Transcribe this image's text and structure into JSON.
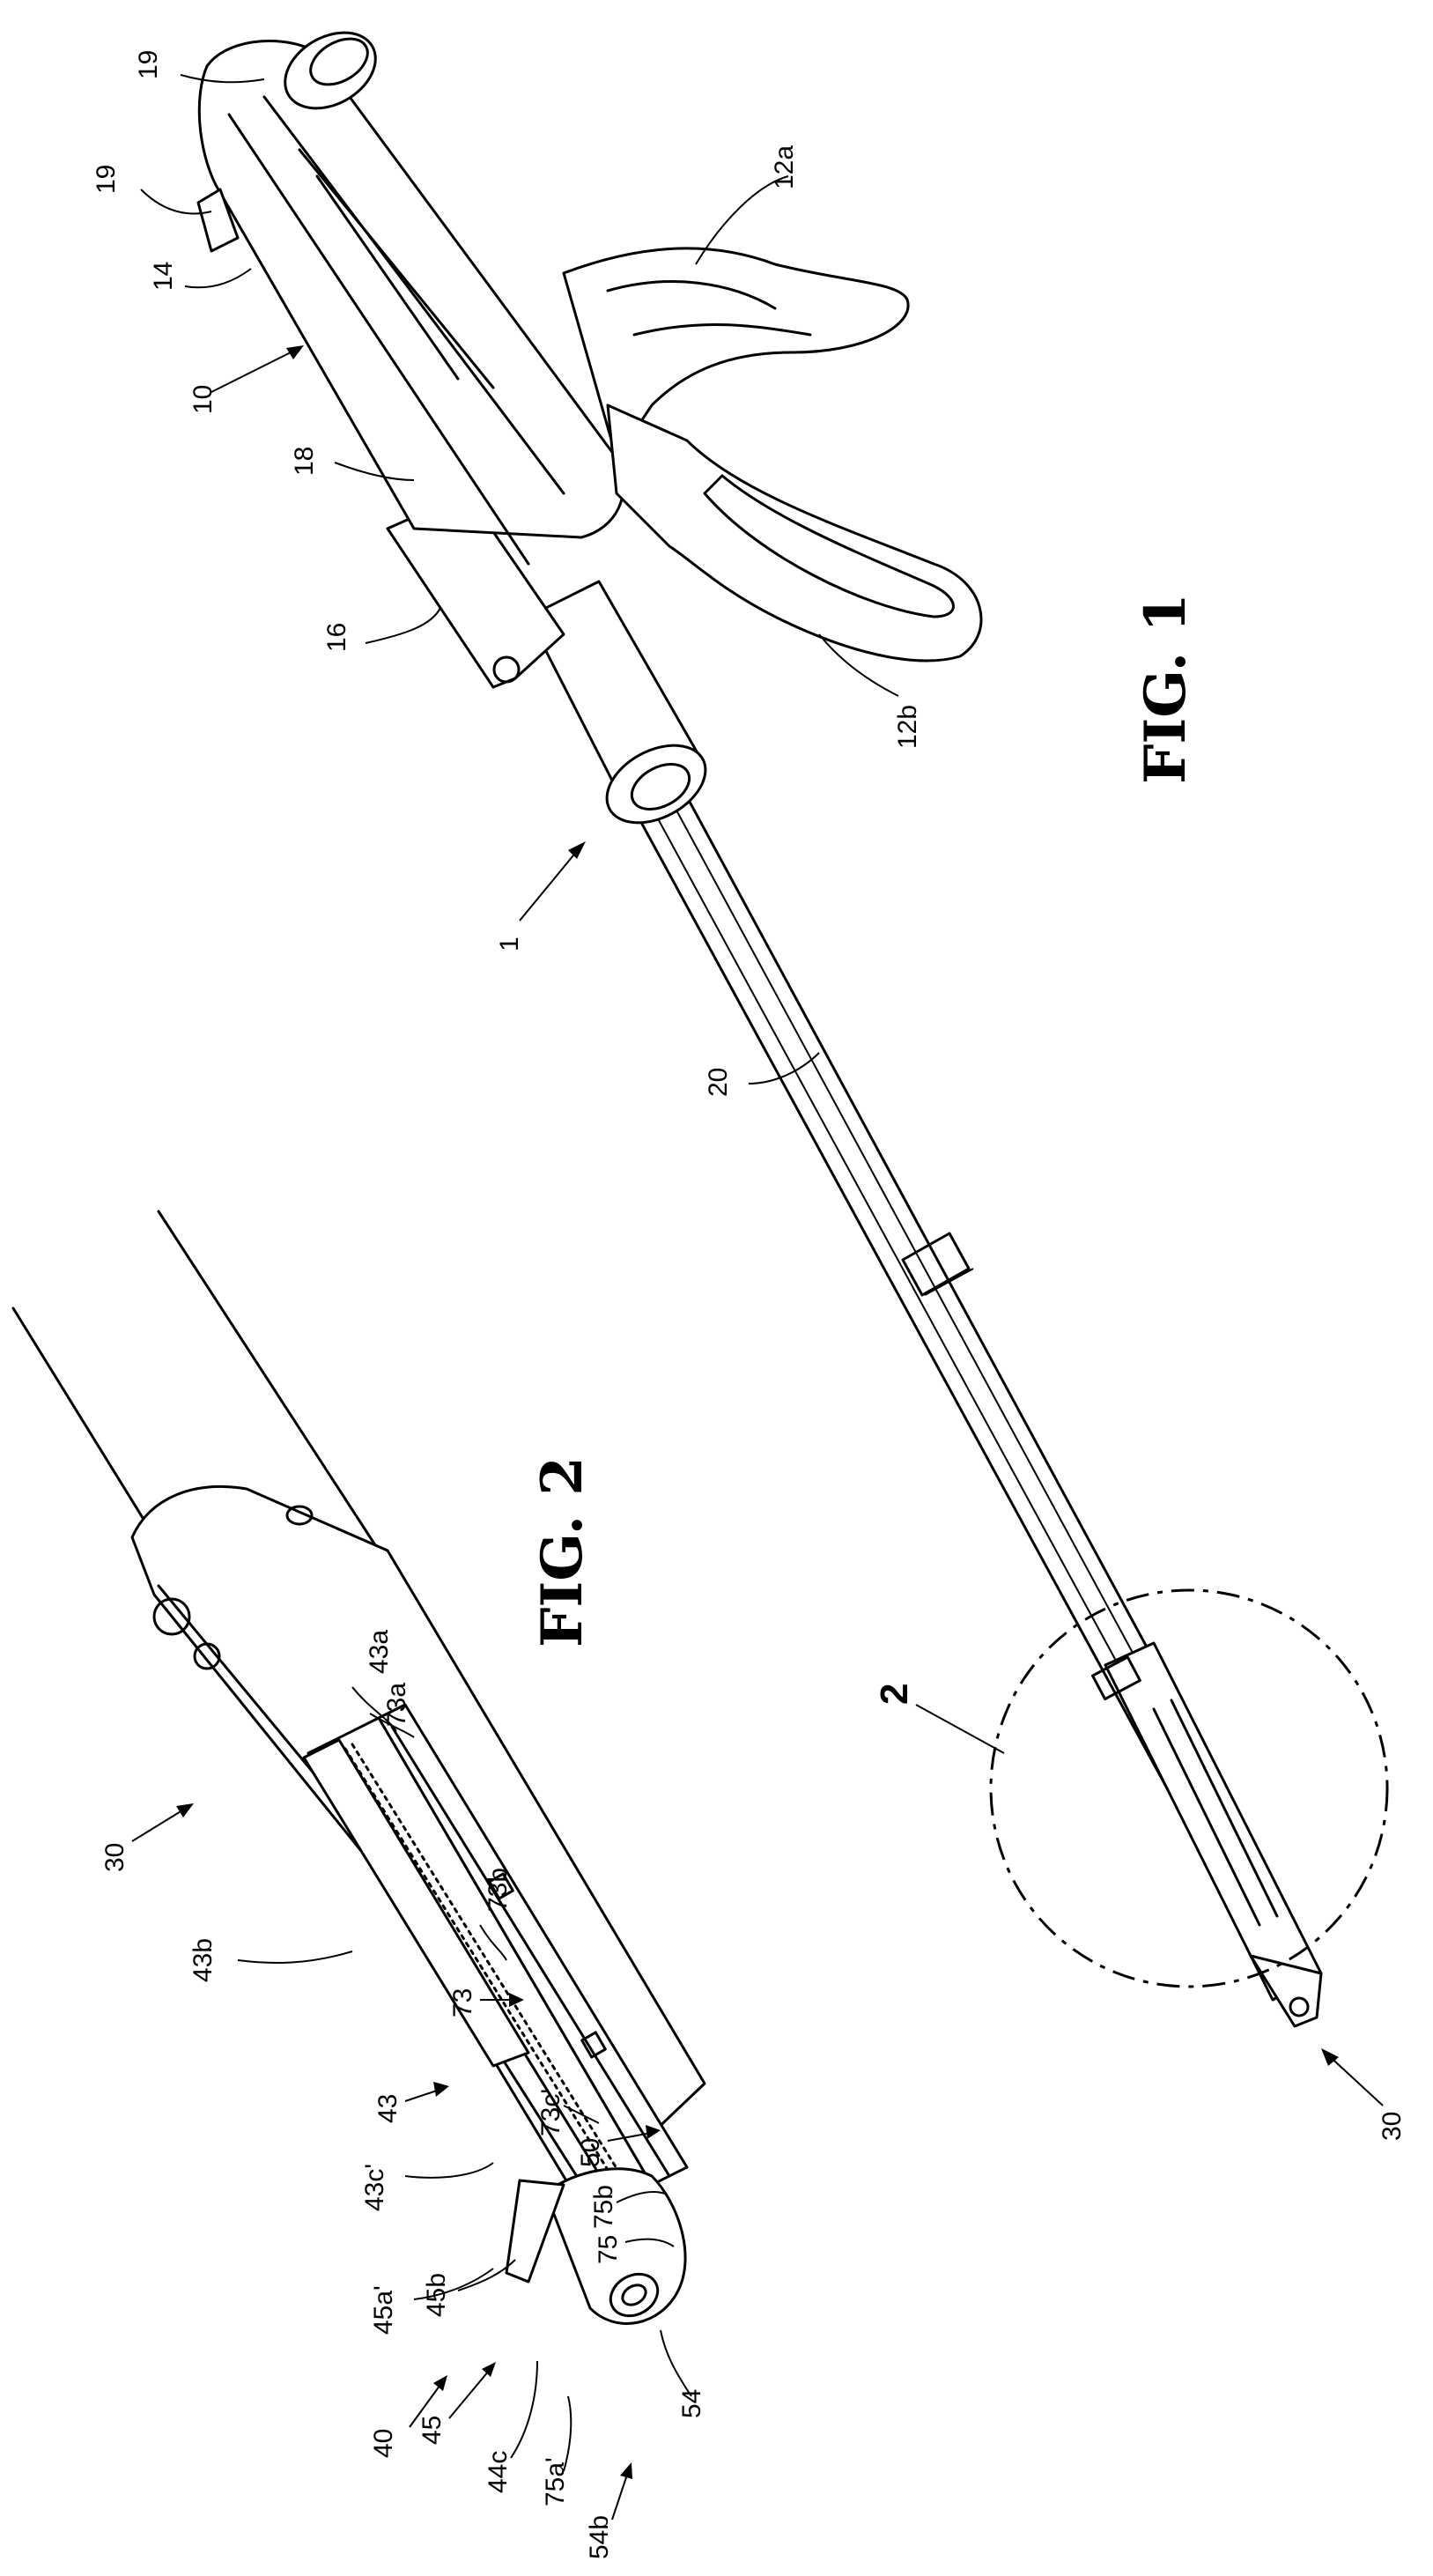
{
  "figures": {
    "fig1": {
      "title": "FIG. 1"
    },
    "fig2": {
      "title": "FIG. 2"
    }
  },
  "labels": {
    "fig1": {
      "l19a": "19",
      "l19b": "19",
      "l14": "14",
      "l10": "10",
      "l18": "18",
      "l16": "16",
      "l12a": "12a",
      "l12b": "12b",
      "l1": "1",
      "l20": "20",
      "l2": "2",
      "l30": "30"
    },
    "fig2": {
      "l30": "30",
      "l43a": "43a",
      "l73a": "73a",
      "l43b": "43b",
      "l73b": "73b",
      "l73": "73",
      "l43": "43",
      "l50": "50",
      "l43c1": "43c'",
      "l73c1": "73c'",
      "l45a1": "45a'",
      "l45b": "45b",
      "l75b": "75b",
      "l75": "75",
      "l40": "40",
      "l45": "45",
      "l54": "54",
      "l44c": "44c",
      "l75a1": "75a'",
      "l54b": "54b"
    }
  }
}
